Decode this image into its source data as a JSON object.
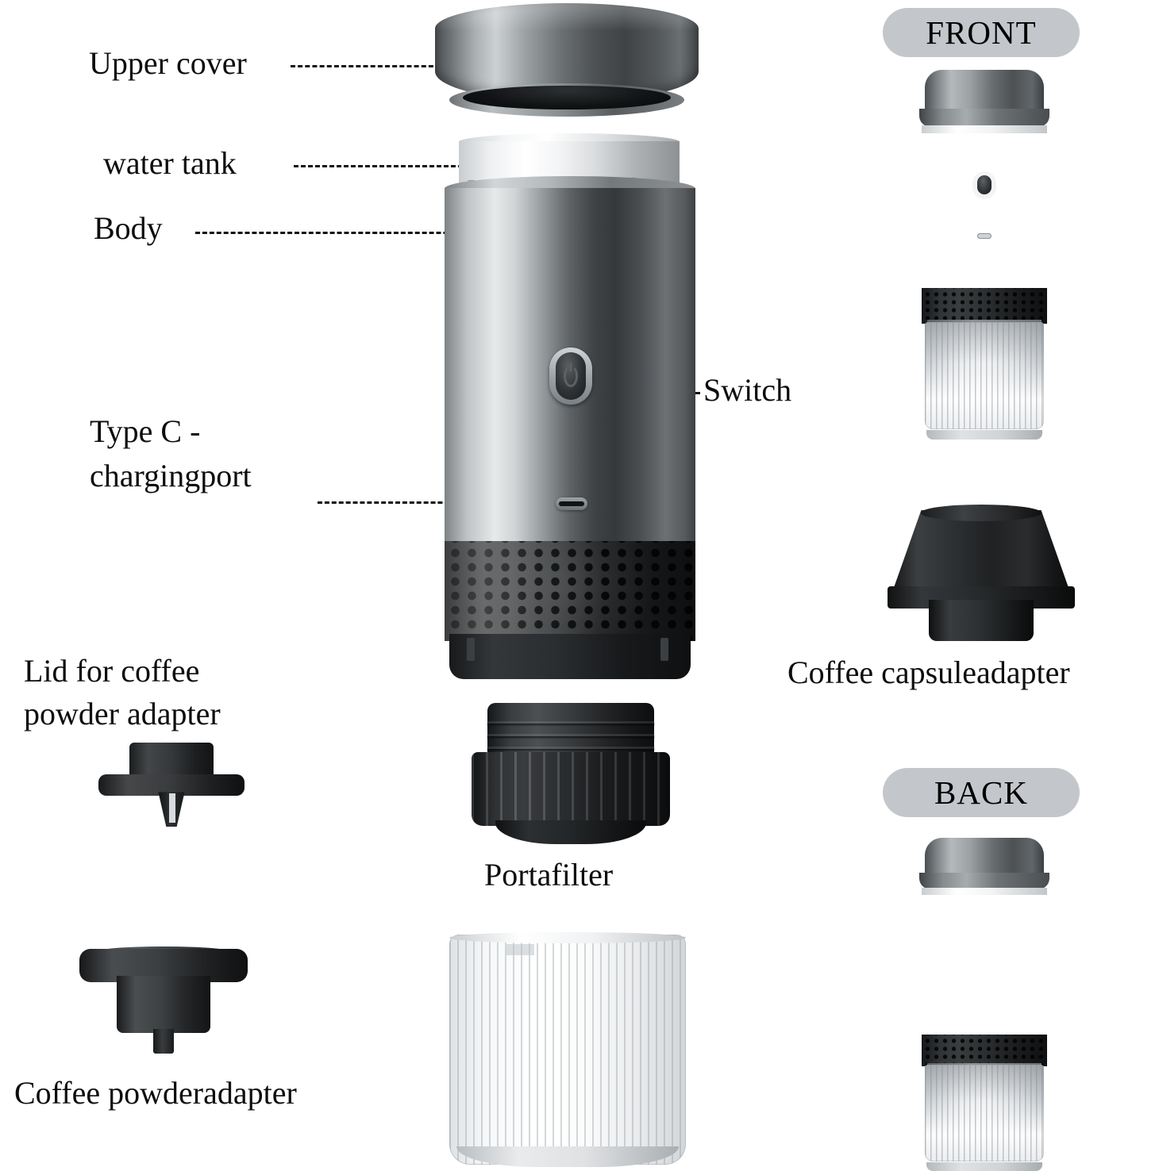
{
  "diagram": {
    "title": "Portable espresso machine exploded parts diagram",
    "background": "#ffffff",
    "text_color": "#0d0d0d",
    "badge_bg": "#c3c7cb"
  },
  "labels": {
    "upper_cover": "Upper cover",
    "water_tank": "water tank",
    "body": "Body",
    "switch": "Switch",
    "type_c_line1": "Type C -",
    "type_c_line2": "chargingport",
    "lid_line1": "Lid for coffee",
    "lid_line2": "powder adapter",
    "coffee_powder_adapter": "Coffee powderadapter",
    "portafilter": "Portafilter",
    "coffee_capsule_adapter": "Coffee capsuleadapter"
  },
  "badges": {
    "front": "FRONT",
    "back": "BACK"
  },
  "parts": {
    "upper_cover": "upper-cover",
    "water_tank": "water-tank",
    "body": "body",
    "switch_button": "power-switch-button",
    "usb_c_port": "usb-c-charging-port",
    "portafilter": "portafilter",
    "cup": "ribbed-cup",
    "lid_for_powder_adapter": "lid-for-coffee-powder-adapter",
    "coffee_powder_adapter": "coffee-powder-adapter",
    "coffee_capsule_adapter": "coffee-capsule-adapter",
    "front_device": "assembled-device-front-view",
    "back_device": "assembled-device-back-view"
  }
}
